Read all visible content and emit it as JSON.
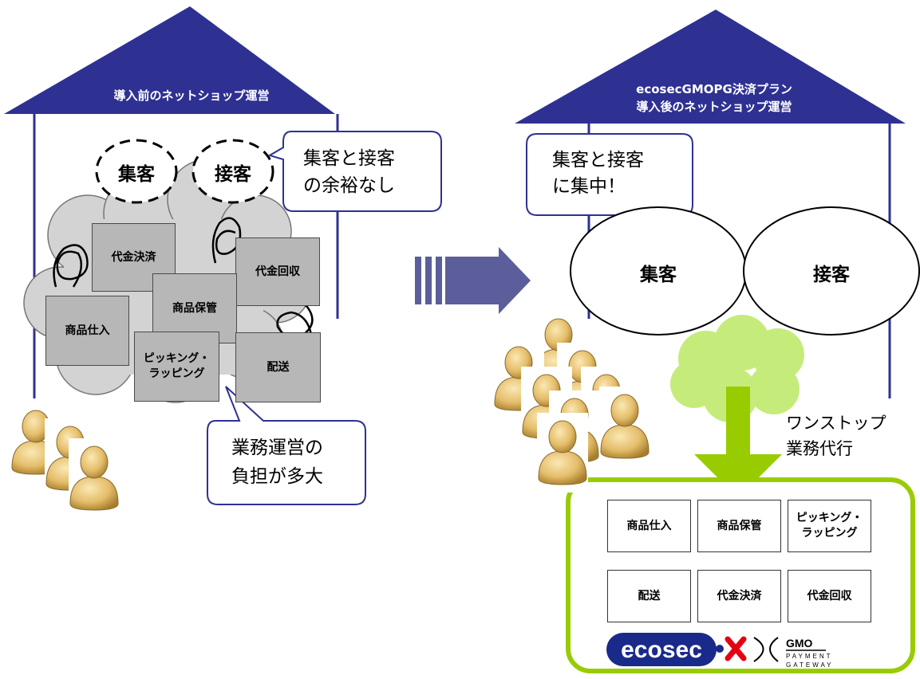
{
  "left": {
    "roof_title": "導入前のネットショップ運営",
    "ellipse_labels": [
      "集客",
      "接客"
    ],
    "bubble_top_line1": "集客と接客",
    "bubble_top_line2": "の余裕なし",
    "tasks": {
      "daikin_kessai": "代金決済",
      "daikin_kaishu": "代金回収",
      "shohin_hokan": "商品保管",
      "shohin_shiire": "商品仕入",
      "picking_line1": "ピッキング・",
      "picking_line2": "ラッピング",
      "haiso": "配送"
    },
    "bubble_bottom_line1": "業務運営の",
    "bubble_bottom_line2": "負担が多大"
  },
  "right": {
    "roof_title_line1": "ecosecGMOPG決済プラン",
    "roof_title_line2": "導入後のネットショップ運営",
    "bubble_line1": "集客と接客",
    "bubble_line2": "に集中！",
    "ellipse_labels": [
      "集客",
      "接客"
    ],
    "onestop_line1": "ワンストップ",
    "onestop_line2": "業務代行",
    "tasks": {
      "shohin_shiire": "商品仕入",
      "shohin_hokan": "商品保管",
      "picking_line1": "ピッキング・",
      "picking_line2": "ラッピング",
      "haiso": "配送",
      "daikin_kessai": "代金決済",
      "daikin_kaishu": "代金回収"
    },
    "logos": {
      "ecosec": "ecosec",
      "gmo": "GMO",
      "gmo_line1": "PAYMENT",
      "gmo_line2": "GATEWAY"
    }
  },
  "colors": {
    "roof": "#2e3192",
    "wall": "#2e3192",
    "arrow": "#5b5e9a",
    "cloud": "#d3d3d3",
    "tree": "#c5ec7a",
    "green_arrow": "#99cc00",
    "frame": "#99cc00",
    "person": "#e4bd6a"
  }
}
